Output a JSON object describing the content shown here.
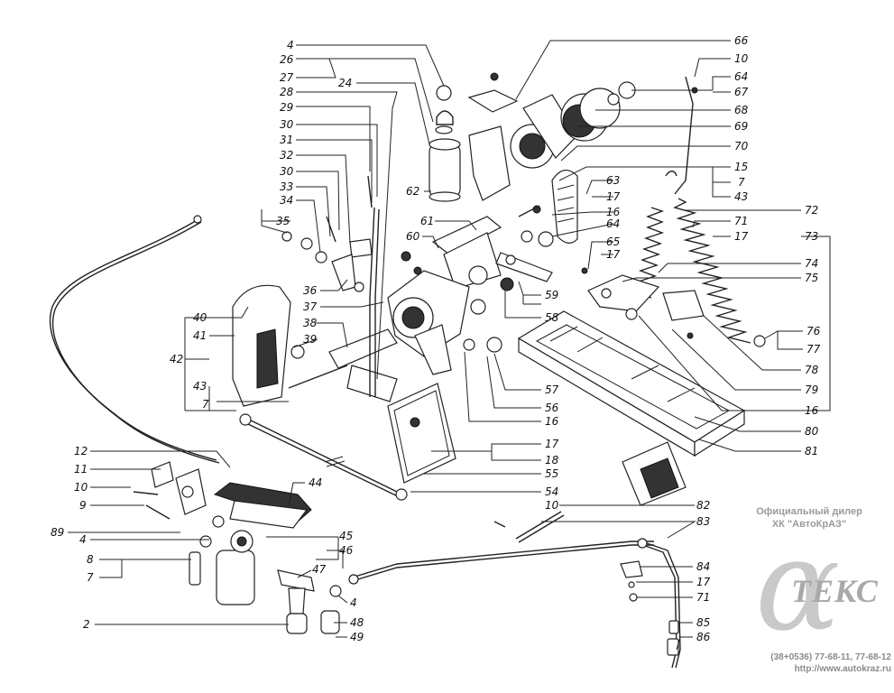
{
  "dealer": {
    "line1": "Официальный дилер",
    "line2": "ХК \"АвтоКрАЗ\"",
    "logo_symbol": "α",
    "logo_text": "ТЕКС",
    "phones": "(38+0536) 77-68-11, 77-68-12",
    "url": "http://www.autokraz.ru"
  },
  "callouts": {
    "c4a": "4",
    "c26": "26",
    "c27": "27",
    "c28": "28",
    "c24": "24",
    "c29": "29",
    "c30a": "30",
    "c31": "31",
    "c32": "32",
    "c30b": "30",
    "c33": "33",
    "c34": "34",
    "c35": "35",
    "c36": "36",
    "c37": "37",
    "c38": "38",
    "c39": "39",
    "c40": "40",
    "c41": "41",
    "c42": "42",
    "c43": "43",
    "c7a": "7",
    "c62": "62",
    "c60": "60",
    "c61": "61",
    "c66": "66",
    "c10a": "10",
    "c64a": "64",
    "c67": "67",
    "c68": "68",
    "c69": "69",
    "c70": "70",
    "c15": "15",
    "c7b": "7",
    "c43b": "43",
    "c63": "63",
    "c17a": "17",
    "c16a": "16",
    "c64b": "64",
    "c65": "65",
    "c17b": "17",
    "c72": "72",
    "c71a": "71",
    "c17c": "17",
    "c73": "73",
    "c74": "74",
    "c75": "75",
    "c76": "76",
    "c77": "77",
    "c78": "78",
    "c79": "79",
    "c16b": "16",
    "c80": "80",
    "c81": "81",
    "c59": "59",
    "c58": "58",
    "c57": "57",
    "c56": "56",
    "c16c": "16",
    "c17d": "17",
    "c18": "18",
    "c55": "55",
    "c54": "54",
    "c12": "12",
    "c11": "11",
    "c10b": "10",
    "c9": "9",
    "c89": "89",
    "c4b": "4",
    "c8": "8",
    "c7c": "7",
    "c44": "44",
    "c45": "45",
    "c46": "46",
    "c47": "47",
    "c4c": "4",
    "c2": "2",
    "c48": "48",
    "c49": "49",
    "c10c": "10",
    "c82": "82",
    "c83": "83",
    "c84": "84",
    "c17e": "17",
    "c71b": "71",
    "c85": "85",
    "c86": "86"
  },
  "colors": {
    "ink": "#222222",
    "watermark": "#9a9a9a"
  }
}
